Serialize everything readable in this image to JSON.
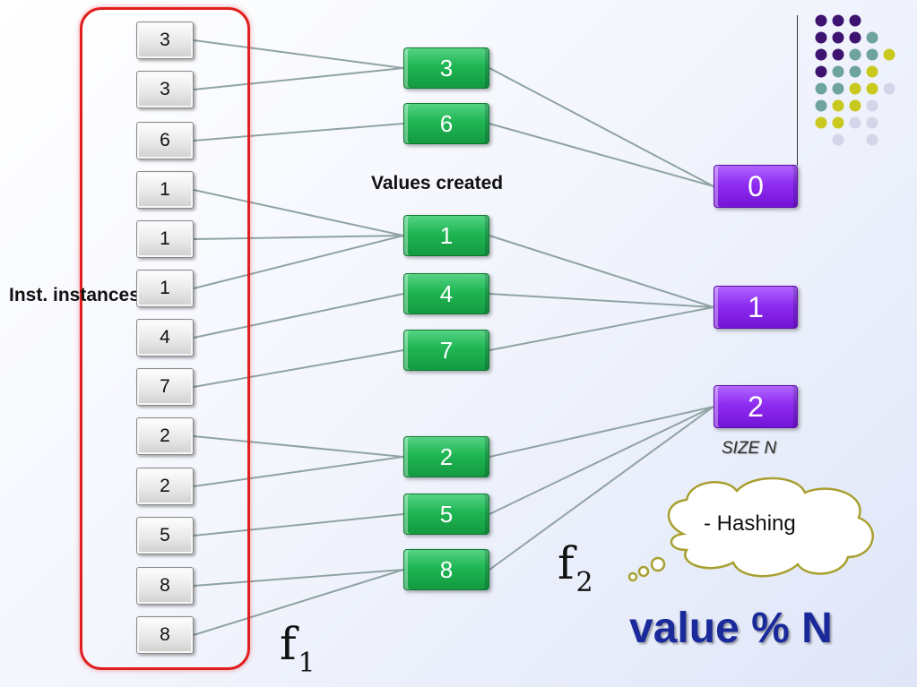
{
  "labels": {
    "instances": "Inst. instances",
    "values_created": "Values created",
    "size_n": "SIZE N",
    "f1": "f",
    "f1_sub": "1",
    "f2": "f",
    "f2_sub": "2",
    "hashing": "- Hashing",
    "formula": "value % N"
  },
  "instances": [
    "3",
    "3",
    "6",
    "1",
    "1",
    "1",
    "4",
    "7",
    "2",
    "2",
    "5",
    "8",
    "8"
  ],
  "values": [
    "3",
    "6",
    "1",
    "4",
    "7",
    "2",
    "5",
    "8"
  ],
  "buckets": [
    "0",
    "1",
    "2"
  ],
  "colors": {
    "frame": "#e02020",
    "value_box": "#1fb653",
    "bucket_box": "#8e2cf0",
    "wire": "#8fa3a3",
    "formula": "#1a2a9a",
    "cloud_border": "#a8a030"
  }
}
